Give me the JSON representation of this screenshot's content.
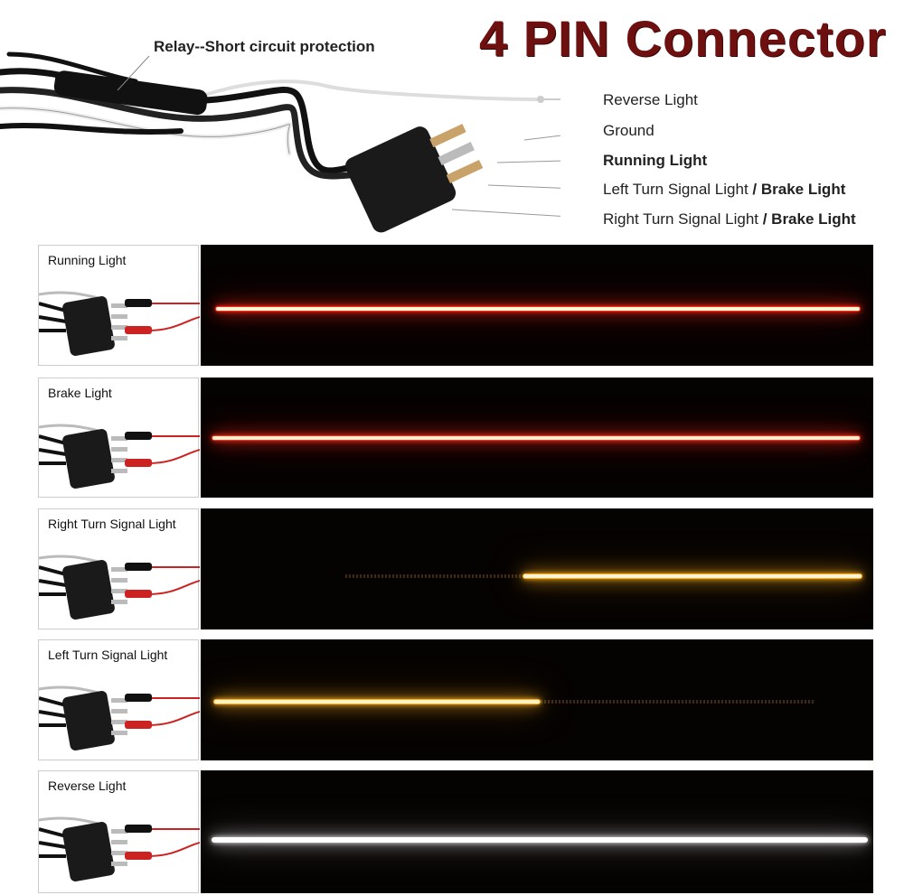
{
  "title": "4 PIN Connector",
  "relay_label": "Relay--Short circuit protection",
  "pins": [
    {
      "label": "Reverse Light",
      "extra": ""
    },
    {
      "label": "Ground",
      "extra": ""
    },
    {
      "label": "Running Light",
      "extra": ""
    },
    {
      "label": "Left Turn Signal Light",
      "extra": " / Brake Light"
    },
    {
      "label": "Right Turn Signal Light",
      "extra": " / Brake Light"
    }
  ],
  "modes": [
    {
      "label": "Running Light",
      "color": "#ff2a1a"
    },
    {
      "label": "Brake Light",
      "color": "#ff2a1a"
    },
    {
      "label": "Right Turn Signal Light",
      "color": "#ffb020"
    },
    {
      "label": "Left Turn Signal Light",
      "color": "#ffb020"
    },
    {
      "label": "Reverse Light",
      "color": "#ffffff"
    }
  ]
}
